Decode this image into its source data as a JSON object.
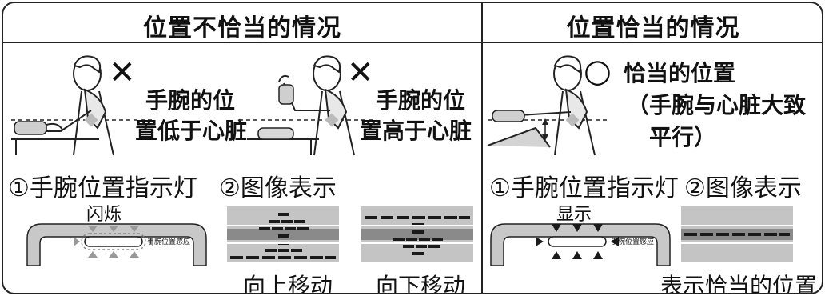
{
  "headers": {
    "incorrect": "位置不恰当的情况",
    "correct": "位置恰当的情况"
  },
  "incorrect": {
    "case_low": {
      "mark": "✕",
      "line1": "手腕的位",
      "line2": "置低于心脏"
    },
    "case_high": {
      "mark": "✕",
      "line1": "手腕的位",
      "line2": "置高于心脏"
    },
    "indicator_title": "①手腕位置指示灯",
    "display_title": "②图像表示",
    "indicator_state": "闪烁",
    "sensor_label": "手腕位置感应",
    "move_up": "向上移动",
    "move_down": "向下移动"
  },
  "correct": {
    "mark": "○",
    "line1": "恰当的位置",
    "line2": "（手腕与心脏大致",
    "line3": "平行）",
    "indicator_title": "①手腕位置指示灯",
    "display_title": "②图像表示",
    "indicator_state": "显示",
    "sensor_label": "手腕位置感应",
    "display_caption": "表示恰当的位置"
  },
  "colors": {
    "line": "#222222",
    "panel_gray": "#bdbdbd",
    "panel_dark": "#8a8a8a",
    "bar_dark": "#1a1a1a"
  }
}
